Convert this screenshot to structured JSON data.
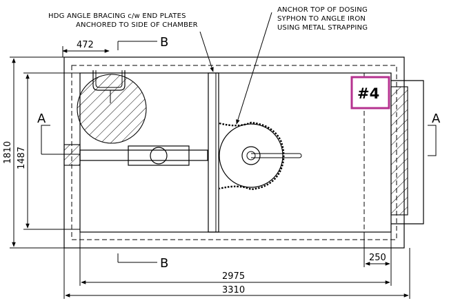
{
  "notes": {
    "bracing_line1": "HDG ANGLE BRACING c/w END PLATES",
    "bracing_line2": "ANCHORED TO SIDE OF CHAMBER",
    "anchor_line1": "ANCHOR TOP OF DOSING",
    "anchor_line2": "SYPHON TO ANGLE IRON",
    "anchor_line3": "USING METAL STRAPPING"
  },
  "sections": {
    "a_left": "A",
    "a_right": "A",
    "b_top": "B",
    "b_bottom": "B"
  },
  "dimensions": {
    "top_width": "472",
    "overall_height": "1810",
    "inner_height": "1487",
    "end_width": "250",
    "inner_length": "2975",
    "overall_length": "3310"
  },
  "tag": {
    "label": "#4",
    "border_color": "#b5318f"
  }
}
